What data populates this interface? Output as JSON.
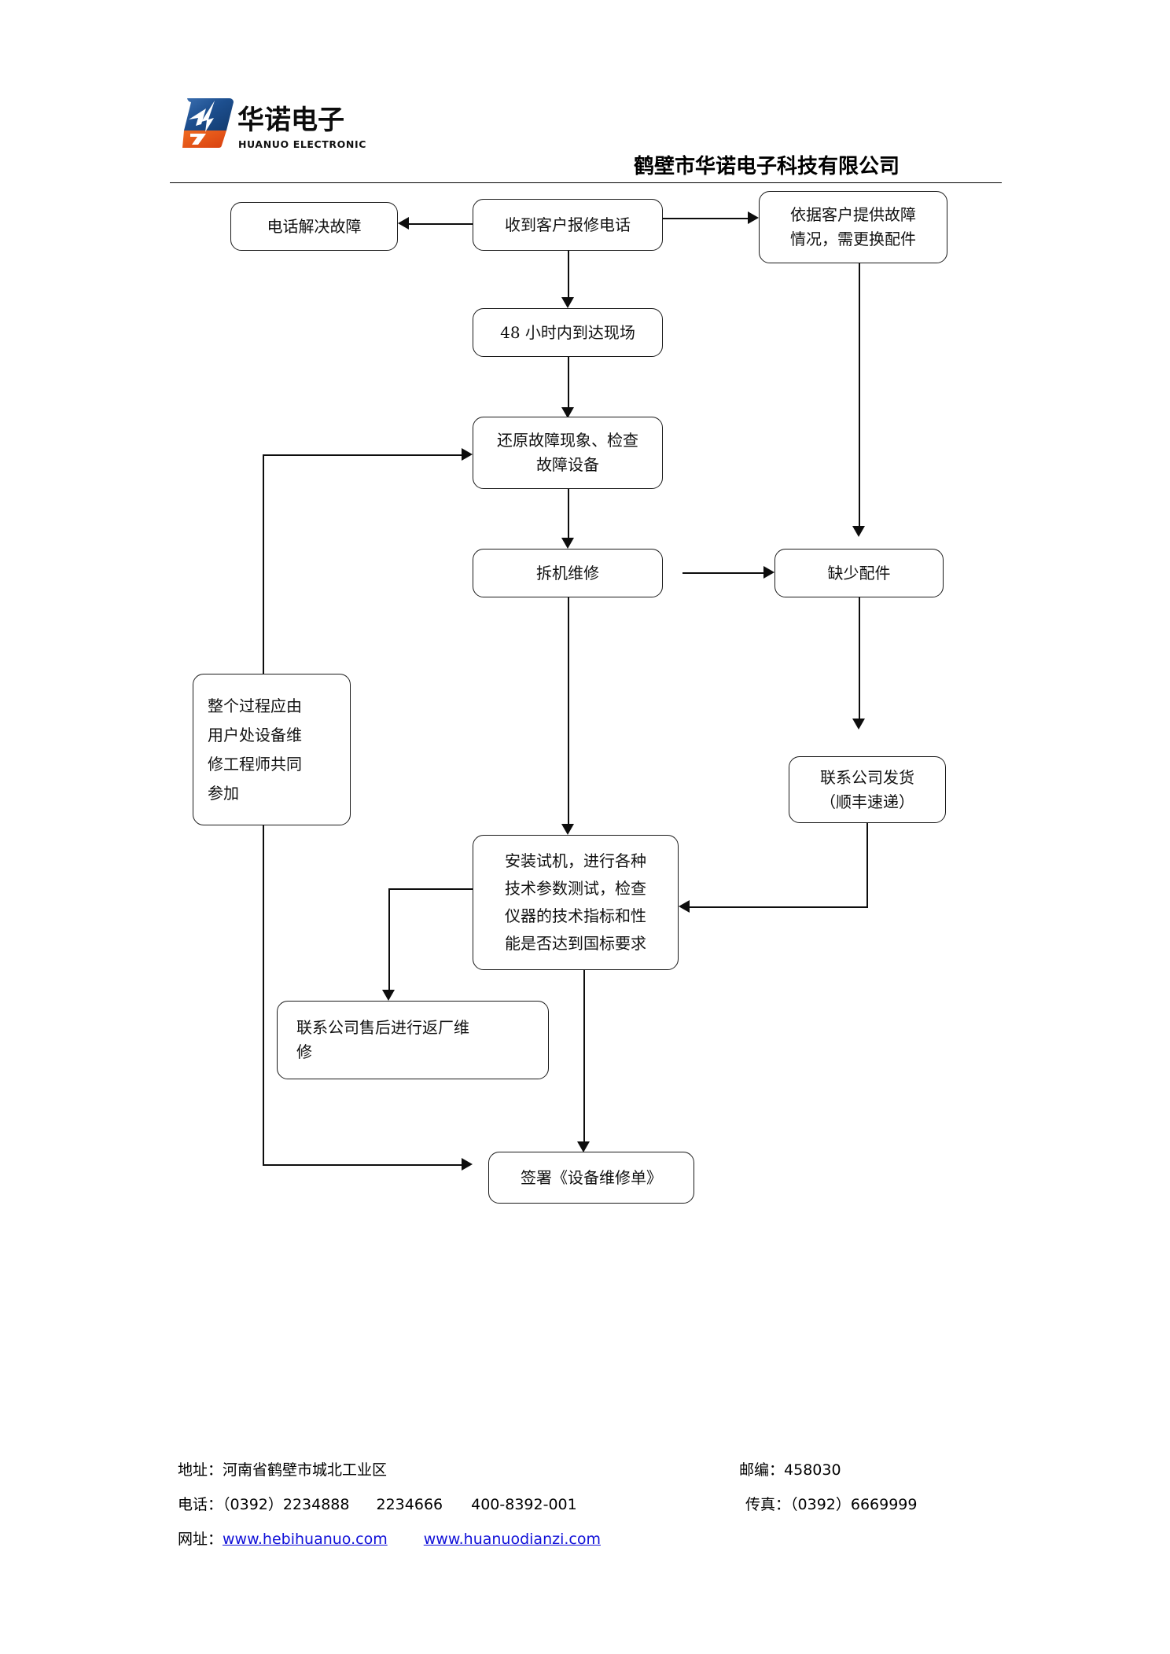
{
  "document": {
    "header": {
      "logo": {
        "cn_name": "华诺电子",
        "en_name": "HUANUO ELECTRONIC",
        "mark_colors": {
          "blue": "#1f4e8c",
          "orange": "#e0531a",
          "white": "#ffffff"
        }
      },
      "company_title": "鹤壁市华诺电子科技有限公司"
    },
    "flowchart": {
      "nodes": [
        {
          "id": "phone-fix",
          "label": "电话解决故障"
        },
        {
          "id": "receive-call",
          "label": "收到客户报修电话"
        },
        {
          "id": "need-parts",
          "label": "依据客户提供故障\n情况，需更换配件"
        },
        {
          "id": "arrive-48h",
          "label": "48 小时内到达现场"
        },
        {
          "id": "restore-check",
          "label": "还原故障现象、检查\n故障设备"
        },
        {
          "id": "disassemble",
          "label": "拆机维修"
        },
        {
          "id": "missing-parts",
          "label": "缺少配件"
        },
        {
          "id": "note-engineer",
          "label": "整个过程应由\n用户处设备维\n修工程师共同\n参加"
        },
        {
          "id": "ship-parts",
          "label": "联系公司发货\n（顺丰速递）"
        },
        {
          "id": "install-test",
          "label": "安装试机，进行各种\n技术参数测试，检查\n仪器的技术指标和性\n能是否达到国标要求"
        },
        {
          "id": "factory-repair",
          "label": "联系公司售后进行返厂维\n修"
        },
        {
          "id": "sign-order",
          "label": "签署《设备维修单》"
        }
      ]
    },
    "footer": {
      "address_label": "地址：",
      "address_value": "河南省鹤壁市城北工业区",
      "postcode_label": "邮编：",
      "postcode_value": "458030",
      "phone_label": "电话：",
      "phone_1": "（0392）2234888",
      "phone_2": "2234666",
      "phone_3": "400-8392-001",
      "fax_label": "传真：",
      "fax_value": "（0392）6669999",
      "website_label": "网址：",
      "website_1": "www.hebihuanuo.com",
      "website_2": "www.huanuodianzi.com",
      "link_color": "#1010d8"
    }
  }
}
